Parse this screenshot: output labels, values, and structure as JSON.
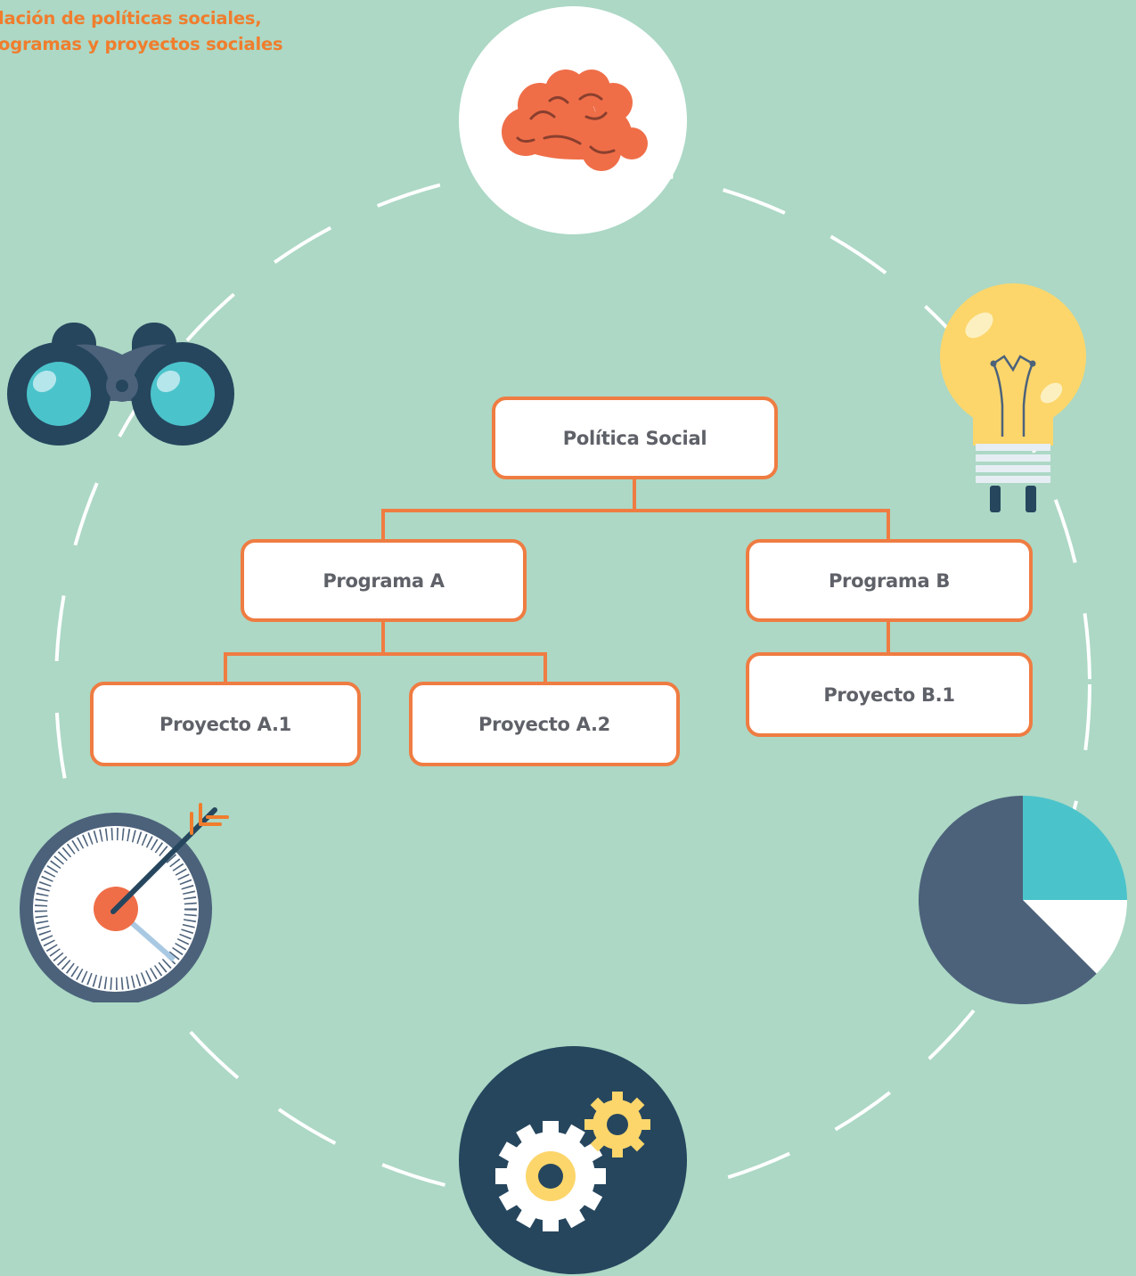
{
  "heading": {
    "line1": "lación de políticas sociales,",
    "line2": "ogramas  y proyectos sociales"
  },
  "colors": {
    "background": "#acd8c5",
    "accent": "#ef7c42",
    "node_text": "#5f6168",
    "dark_navy": "#26465e",
    "slate": "#4c627b",
    "teal": "#4bc3cb",
    "yellow": "#fcd66b",
    "brain": "#ef6e48"
  },
  "hierarchy": {
    "root": "Política Social",
    "program_a": "Programa A",
    "program_b": "Programa B",
    "project_a1": "Proyecto A.1",
    "project_a2": "Proyecto A.2",
    "project_b1": "Proyecto B.1"
  },
  "icons": [
    "brain-icon",
    "lightbulb-icon",
    "pie-chart-icon",
    "gears-icon",
    "target-clock-icon",
    "binoculars-icon"
  ],
  "pie_chart": [
    {
      "color": "#4bc3cb",
      "share": 0.25
    },
    {
      "color": "#ffffff",
      "share": 0.125
    },
    {
      "color": "#4c627b",
      "share": 0.625
    }
  ]
}
